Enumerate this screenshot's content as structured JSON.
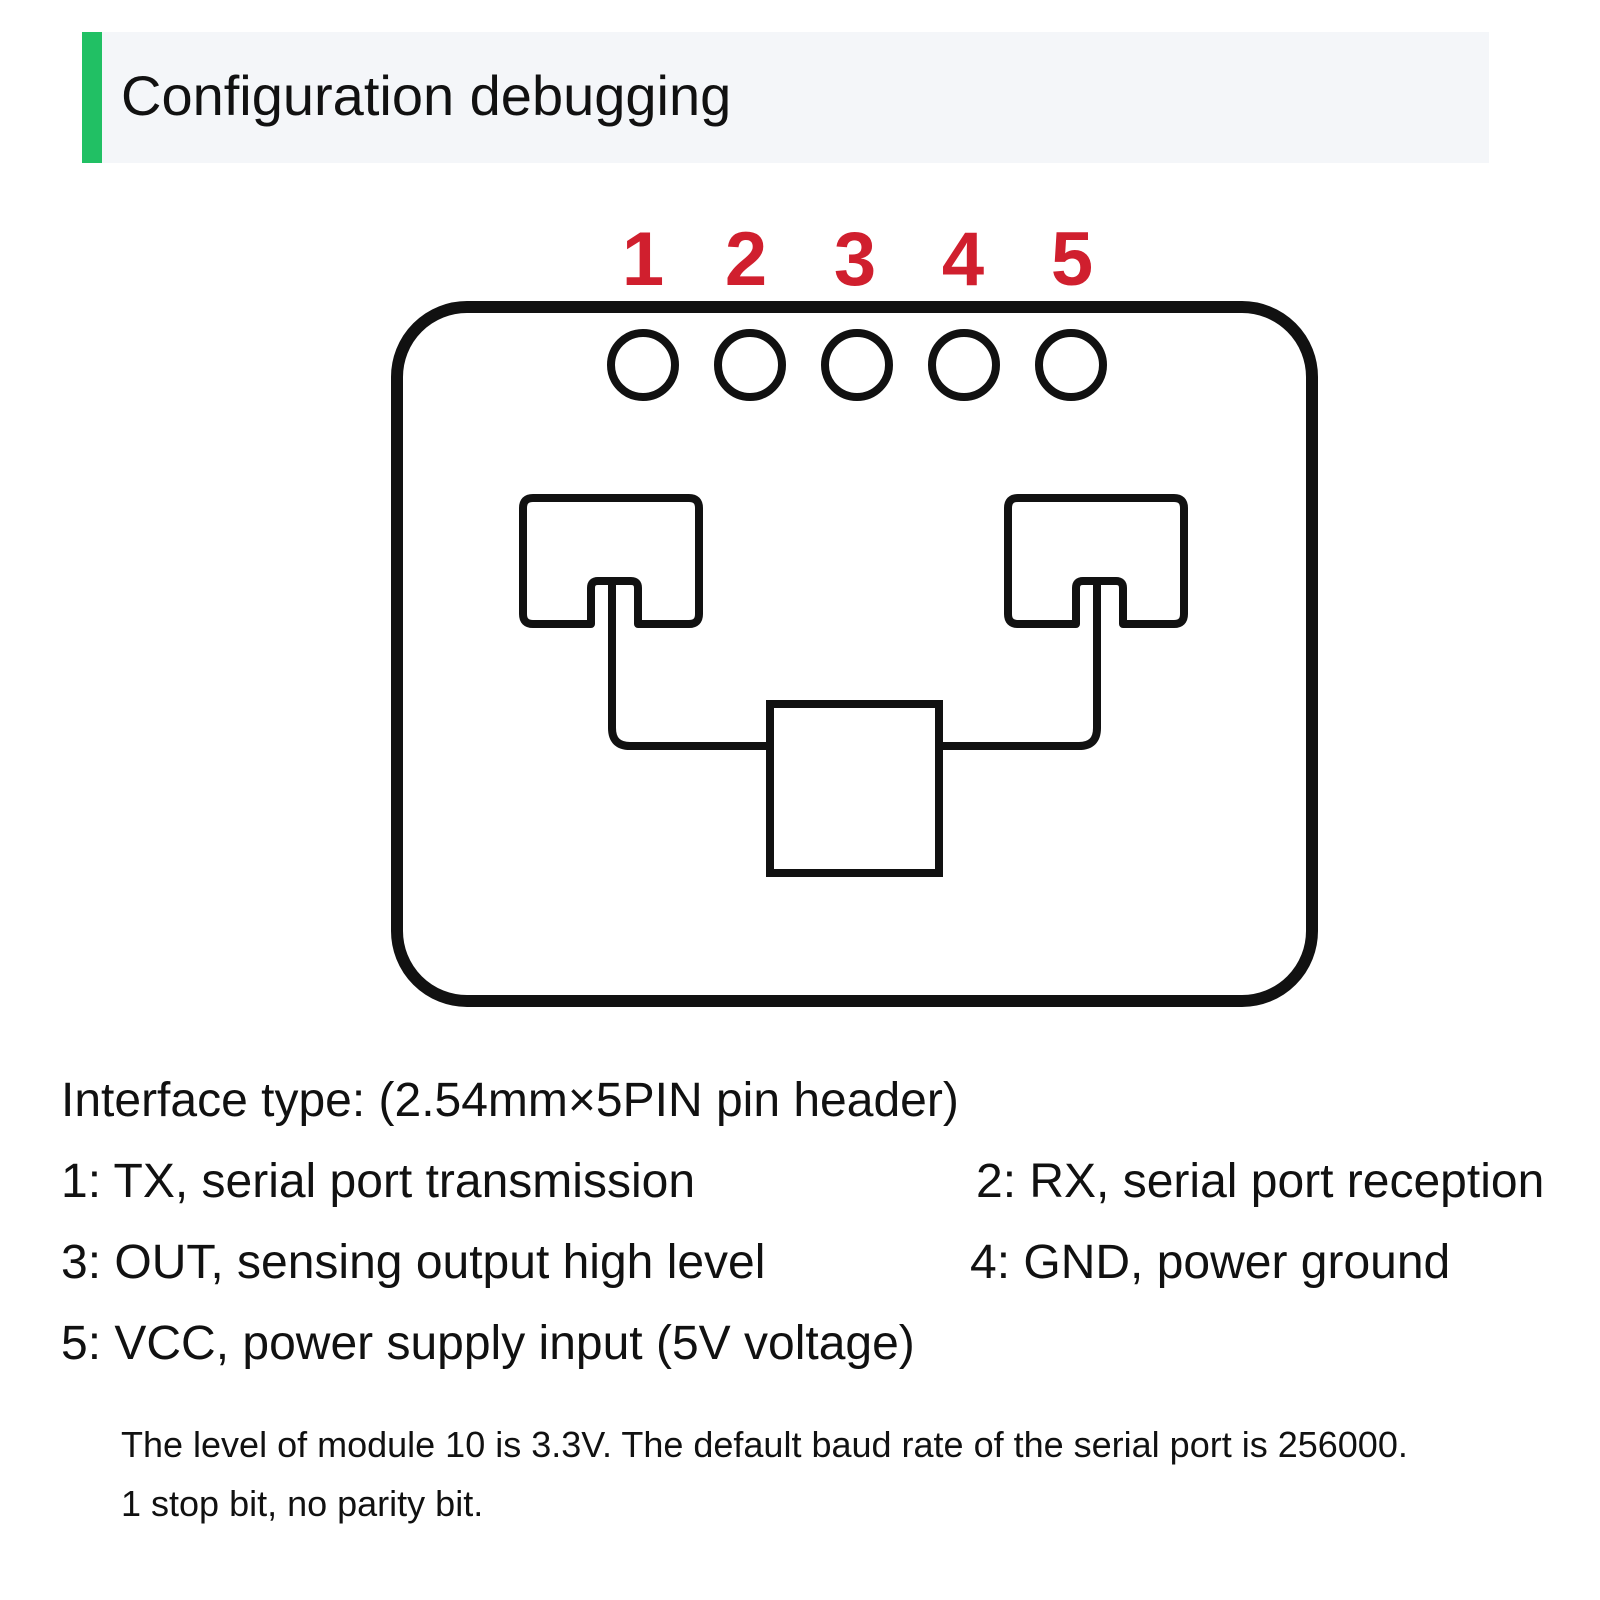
{
  "header": {
    "title": "Configuration debugging",
    "accent_color": "#21c064"
  },
  "diagram": {
    "pin_numbers": [
      "1",
      "2",
      "3",
      "4",
      "5"
    ],
    "pin_number_color": "#d01f2e"
  },
  "interface": {
    "type_line": "Interface type: (2.54mm×5PIN pin header)",
    "pins": [
      "1: TX, serial port transmission",
      "2: RX, serial port reception",
      "3: OUT, sensing output high level",
      "4: GND, power ground",
      "5: VCC, power supply input (5V voltage)"
    ]
  },
  "notes": {
    "line1": "The level of module 10 is 3.3V. The default baud rate of the serial port is 256000.",
    "line2": "1 stop bit, no parity bit."
  }
}
